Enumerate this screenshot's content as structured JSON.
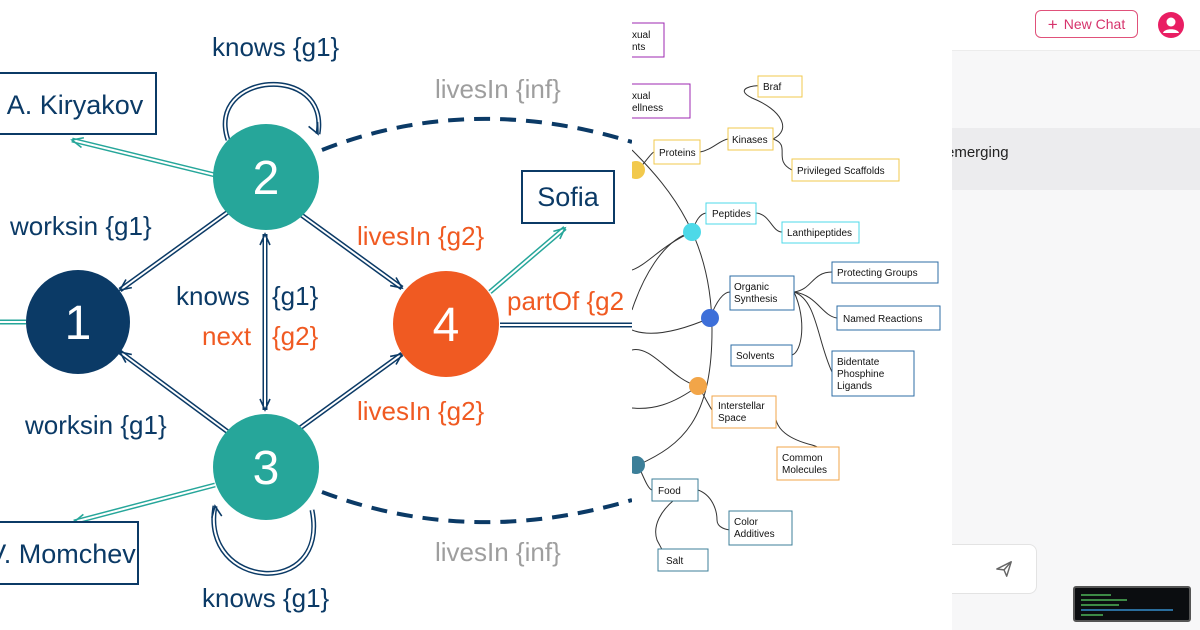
{
  "kg": {
    "nodes": {
      "n1": {
        "label": "1",
        "color": "#0b3a66"
      },
      "n2": {
        "label": "2",
        "color": "#26a69a"
      },
      "n3": {
        "label": "3",
        "color": "#26a69a"
      },
      "n4": {
        "label": "4",
        "color": "#f05a22"
      }
    },
    "boxes": {
      "kiryakov": "A. Kiryakov",
      "momchev": "V. Momchev",
      "sofia": "Sofia"
    },
    "edge_labels": {
      "knows_top": "knows {g1}",
      "knows_bottom": "knows {g1}",
      "knows_mid": "knows",
      "knows_mid_g": "{g1}",
      "next": "next",
      "next_g": "{g2}",
      "worksin_top": "worksin {g1}",
      "worksin_bottom": "worksin {g1}",
      "livesin_top": "livesIn {g2}",
      "livesin_bottom": "livesIn {g2}",
      "livesin_inf_top": "livesIn {inf}",
      "livesin_inf_bottom": "livesIn {inf}",
      "partof": "partOf {g2"
    },
    "colors": {
      "navy": "#0b3a66",
      "teal": "#26a69a",
      "orange": "#f05a22",
      "gray": "#9e9e9e"
    }
  },
  "mindmap": {
    "nodes": {
      "sexual_1": "xual",
      "sexual_2": "nts",
      "wellness_1": "xual",
      "wellness_2": "ellness",
      "braf": "Braf",
      "proteins": "Proteins",
      "kinases": "Kinases",
      "privileged": "Privileged Scaffolds",
      "peptides": "Peptides",
      "lanthipeptides": "Lanthipeptides",
      "organic_1": "Organic",
      "organic_2": "Synthesis",
      "protecting": "Protecting Groups",
      "named": "Named Reactions",
      "solvents": "Solvents",
      "bidentate_1": "Bidentate",
      "bidentate_2": "Phosphine",
      "bidentate_3": "Ligands",
      "interstellar_1": "Interstellar",
      "interstellar_2": "Space",
      "common_1": "Common",
      "common_2": "Molecules",
      "food": "Food",
      "color_1": "Color",
      "color_2": "Additives",
      "salt": "Salt"
    },
    "colors": {
      "purple": "#9c27b0",
      "yellow": "#f2c94c",
      "cyan": "#4dd9e8",
      "blue": "#3d6fd9",
      "orange": "#f2a548",
      "steel": "#3c7f99",
      "box_blue": "#2e6ca6"
    }
  },
  "chat": {
    "new_chat_label": "New Chat",
    "message_text": "emerging",
    "accent": "#e91e63"
  }
}
